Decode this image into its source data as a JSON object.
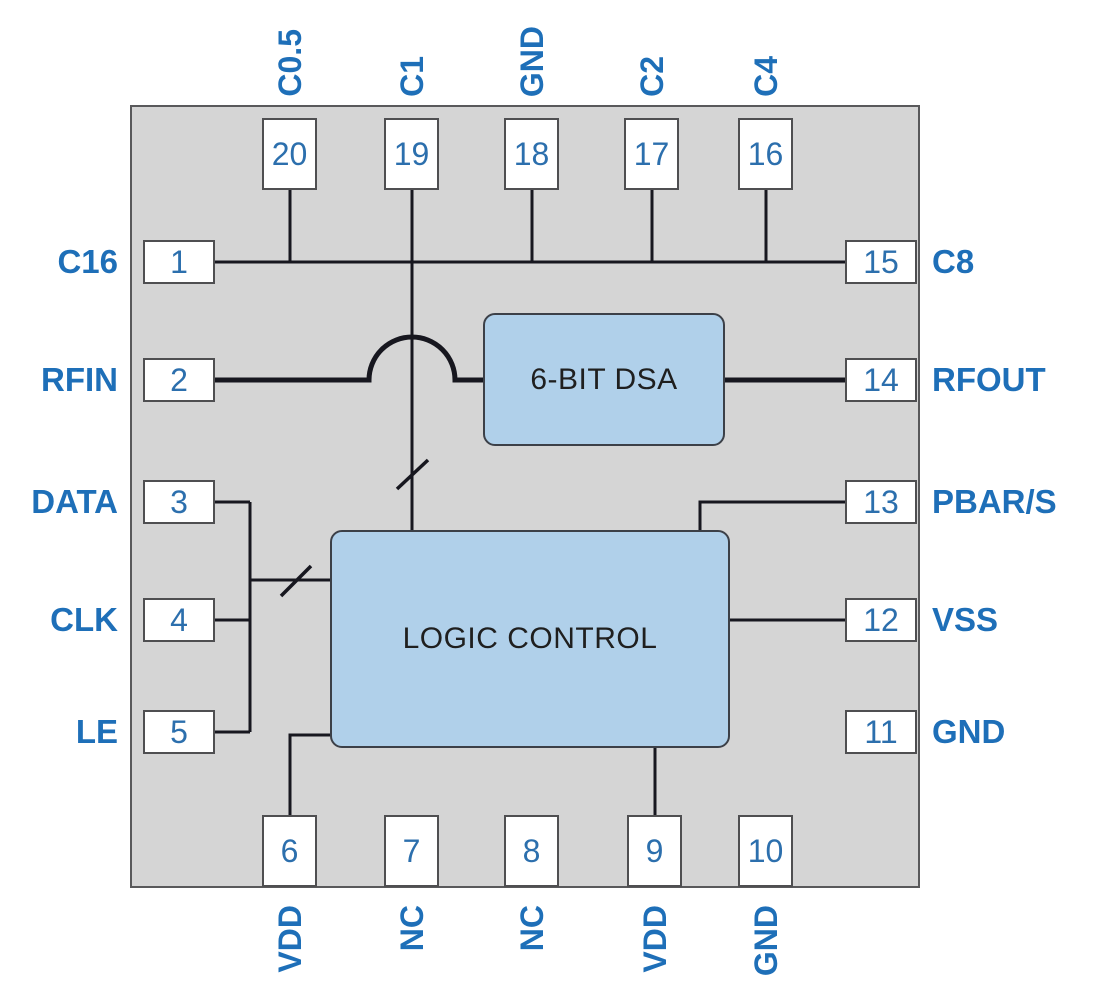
{
  "diagram": {
    "type": "ic-pin-diagram",
    "blocks": {
      "dsa": {
        "label": "6-BIT DSA"
      },
      "logic": {
        "label": "LOGIC CONTROL"
      }
    },
    "pins": {
      "top": [
        {
          "number": "20",
          "label": "C0.5"
        },
        {
          "number": "19",
          "label": "C1"
        },
        {
          "number": "18",
          "label": "GND"
        },
        {
          "number": "17",
          "label": "C2"
        },
        {
          "number": "16",
          "label": "C4"
        }
      ],
      "left": [
        {
          "number": "1",
          "label": "C16"
        },
        {
          "number": "2",
          "label": "RFIN"
        },
        {
          "number": "3",
          "label": "DATA"
        },
        {
          "number": "4",
          "label": "CLK"
        },
        {
          "number": "5",
          "label": "LE"
        }
      ],
      "right": [
        {
          "number": "15",
          "label": "C8"
        },
        {
          "number": "14",
          "label": "RFOUT"
        },
        {
          "number": "13",
          "label": "PBAR/S"
        },
        {
          "number": "12",
          "label": "VSS"
        },
        {
          "number": "11",
          "label": "GND"
        }
      ],
      "bottom": [
        {
          "number": "6",
          "label": "VDD"
        },
        {
          "number": "7",
          "label": "NC"
        },
        {
          "number": "8",
          "label": "NC"
        },
        {
          "number": "9",
          "label": "VDD"
        },
        {
          "number": "10",
          "label": "GND"
        }
      ]
    },
    "colors": {
      "pin_label_blue": "#1e6fb8",
      "pin_number_blue": "#2c6fad",
      "block_fill": "#b0d0ea",
      "block_border": "#3c4048",
      "chip_fill": "#d5d5d5",
      "chip_border": "#59595b",
      "wire": "#17171f",
      "pin_box_fill": "#ffffff",
      "pin_box_border": "#4f4f51"
    }
  }
}
